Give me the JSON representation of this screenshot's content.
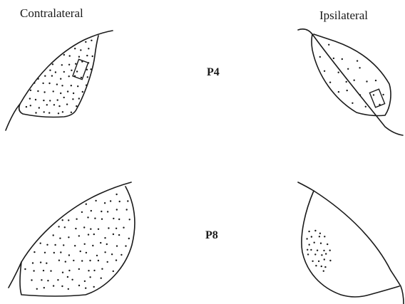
{
  "headers": {
    "contralateral": "Contralateral",
    "ipsilateral": "Ipsilateral"
  },
  "ages": {
    "top": "P4",
    "bottom": "P8"
  },
  "colors": {
    "ink": "#1a1a1a",
    "background": "#ffffff"
  }
}
